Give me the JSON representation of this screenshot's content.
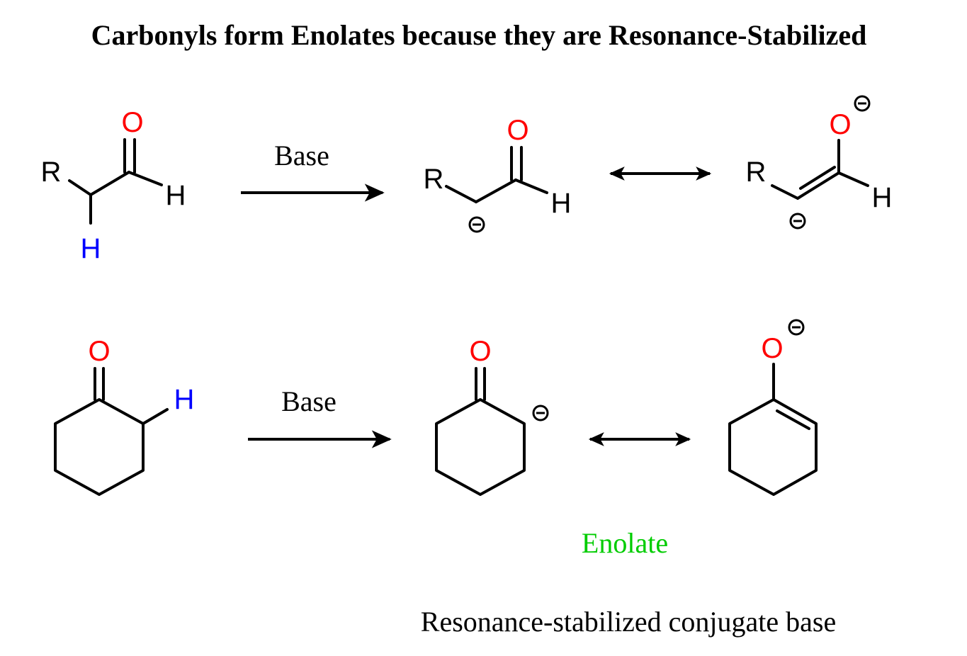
{
  "title": "Carbonyls form Enolates because they are Resonance-Stabilized",
  "reagent_top": "Base",
  "reagent_bottom": "Base",
  "enolate_label": "Enolate",
  "caption": "Resonance-stabilized conjugate base",
  "atoms": {
    "R": "R",
    "O": "O",
    "H": "H",
    "neg": "−"
  },
  "colors": {
    "oxygen": "#ff0000",
    "alpha_hydrogen": "#0000ff",
    "enolate_label": "#00cc00",
    "text": "#000000"
  }
}
